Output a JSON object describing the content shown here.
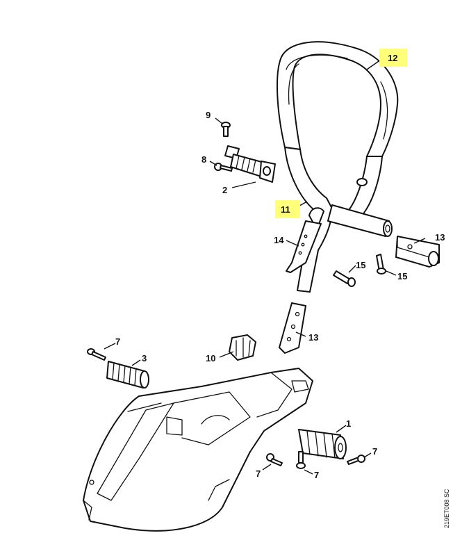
{
  "drawing_code": "219ET008 SC",
  "highlight_color": "#ffff7a",
  "callouts": {
    "c1": "1",
    "c2": "2",
    "c3": "3",
    "c7a": "7",
    "c7b": "7",
    "c7c": "7",
    "c7d": "7",
    "c8": "8",
    "c9": "9",
    "c10": "10",
    "c11": "11",
    "c12": "12",
    "c13a": "13",
    "c13b": "13",
    "c14": "14",
    "c15a": "15",
    "c15b": "15"
  },
  "highlighted_callouts": [
    "11",
    "12"
  ]
}
